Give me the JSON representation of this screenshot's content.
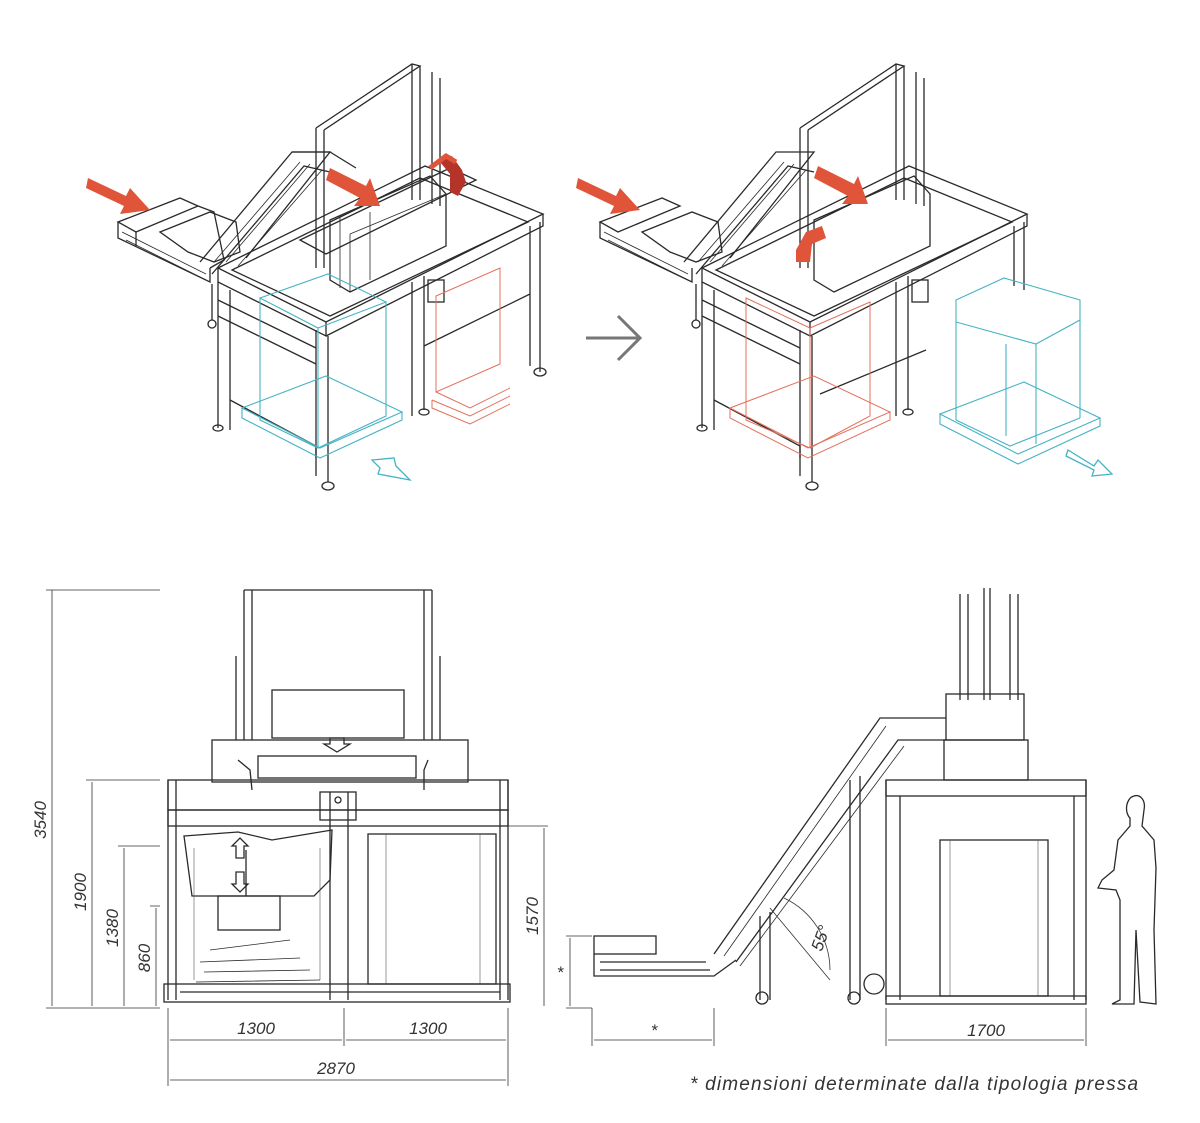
{
  "colors": {
    "line": "#2a2a2a",
    "accent_red": "#e0553a",
    "accent_red_dark": "#b5342a",
    "bin_teal": "#45b3c4",
    "bin_red": "#e46f5b",
    "arrow_gray": "#777777"
  },
  "icons": [
    "right-arrow-icon",
    "infeed-arrow-icon",
    "press-arrow-icon",
    "bin-exit-arrow-icon"
  ],
  "front_view": {
    "height_total": "3540",
    "height_frame": "1900",
    "height_bin": "1380",
    "height_pallet_bin": "860",
    "height_right_bin": "1570",
    "width_left": "1300",
    "width_right": "1300",
    "width_total": "2870"
  },
  "side_view": {
    "conveyor_height": "*",
    "conveyor_length": "*",
    "angle": "55°",
    "width": "1700"
  },
  "footnote": "* dimensioni determinate dalla tipologia pressa"
}
